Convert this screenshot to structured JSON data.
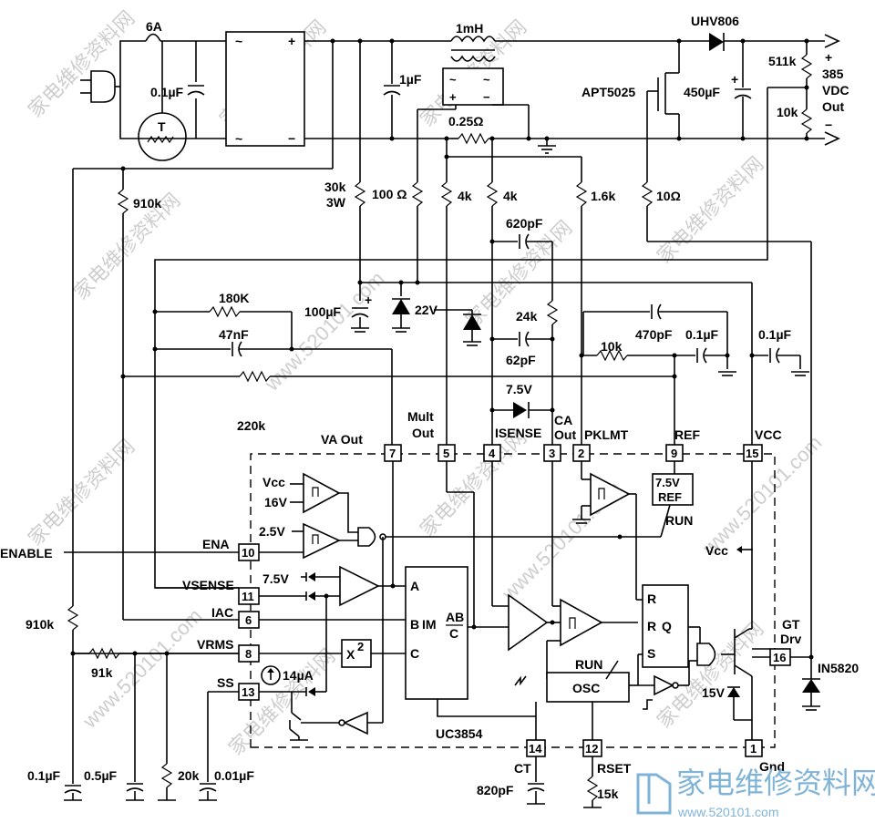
{
  "labels": {
    "fuse": "6A",
    "inductor": "1mH",
    "diode_main": "UHV806",
    "cap_in": "0.1µF",
    "cap_bulk_in": "1µF",
    "mosfet": "APT5025",
    "cap_out": "450µF",
    "r_top_div": "511k",
    "r_bot_div": "10k",
    "out_v1": "385",
    "out_v2": "VDC",
    "out_v3": "Out",
    "out_plus": "+",
    "out_minus": "−",
    "shunt": "0.25Ω",
    "r910_top": "910k",
    "r30k_a": "30k",
    "r30k_b": "3W",
    "r100": "100 Ω",
    "r4k_a": "4k",
    "r4k_b": "4k",
    "r1k6": "1.6k",
    "r10ohm": "10Ω",
    "c620": "620pF",
    "r180k": "180K",
    "c47n": "47nF",
    "c100u": "100µF",
    "z22": "22V",
    "r24k": "24k",
    "c62": "62pF",
    "r10k_b": "10k",
    "c470": "470pF",
    "c01a": "0.1µF",
    "c01b": "0.1µF",
    "r220k": "220k",
    "z75": "7.5V",
    "va_out": "VA  Out",
    "mult_1": "Mult",
    "mult_2": "Out",
    "isense": "ISENSE",
    "ca_1": "CA",
    "ca_2": "Out",
    "pklmt": "PKLMT",
    "ref": "REF",
    "vcc": "VCC",
    "cmp_vcc": "Vcc",
    "cmp_16v": "16V",
    "cmp_25v": "2.5V",
    "ena": "ENA",
    "enable": "ENABLE",
    "vsense": "VSENSE",
    "d75v": "7.5V",
    "iac": "IAC",
    "vrms": "VRMS",
    "ss": "SS",
    "i14": "14µA",
    "r910_bot": "910k",
    "r91k": "91k",
    "x2": "X",
    "x2_sup": "2",
    "mult_a": "A",
    "mult_b": "B",
    "mult_c": "C",
    "mult_im": "IM",
    "mult_ab": "AB",
    "mult_cc": "C",
    "ref_box1": "7.5V",
    "ref_box2": "REF",
    "run1": "RUN",
    "run2": "RUN",
    "vcc_arrow": "Vcc",
    "ff_r1": "R",
    "ff_r2": "R",
    "ff_q": "Q",
    "ff_s": "S",
    "osc": "OSC",
    "gt1": "GT",
    "gt2": "Drv",
    "z15": "15V",
    "d5820": "IN5820",
    "ic_name": "UC3854",
    "ct": "CT",
    "c820": "820pF",
    "rset": "RSET",
    "r15k": "15k",
    "gnd": "Gnd",
    "c01_bl": "0.1µF",
    "c05": "0.5µF",
    "r20k": "20k",
    "c001": "0.01µF",
    "pin7": "7",
    "pin5": "5",
    "pin4": "4",
    "pin3": "3",
    "pin2": "2",
    "pin9": "9",
    "pin15": "15",
    "pin10": "10",
    "pin11": "11",
    "pin6": "6",
    "pin8": "8",
    "pin13": "13",
    "pin14": "14",
    "pin12": "12",
    "pin1": "1",
    "pin16": "16"
  },
  "watermark": {
    "text": "家电维修资料网",
    "site": "www.520101.com",
    "logo_text": "家电维修资料网",
    "logo_url": "www.520101.com"
  }
}
